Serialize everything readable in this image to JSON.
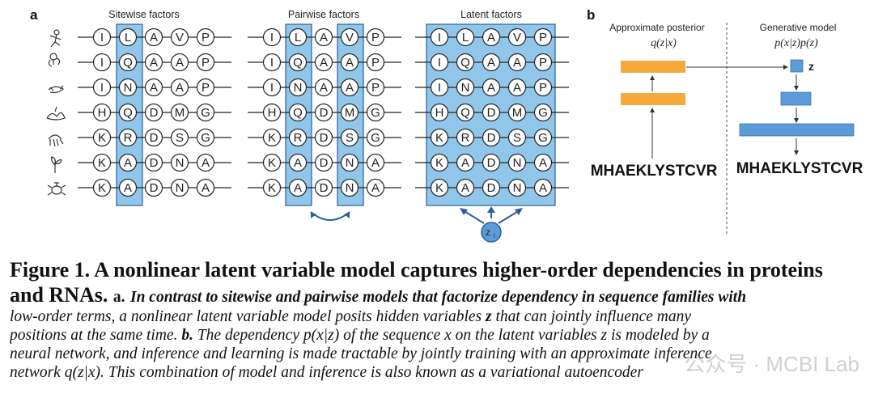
{
  "panel_a": {
    "letter": "a",
    "section_titles": [
      "Sitewise factors",
      "Pairwise factors",
      "Latent factors"
    ],
    "row_icons": [
      "stick-figure-icon",
      "monkey-icon",
      "bird-icon",
      "slug-icon",
      "jellyfish-icon",
      "plant-icon",
      "bug-icon"
    ],
    "sequences": [
      [
        "I",
        "L",
        "A",
        "V",
        "P"
      ],
      [
        "I",
        "Q",
        "A",
        "A",
        "P"
      ],
      [
        "I",
        "N",
        "A",
        "A",
        "P"
      ],
      [
        "H",
        "Q",
        "D",
        "M",
        "G"
      ],
      [
        "K",
        "R",
        "D",
        "S",
        "G"
      ],
      [
        "K",
        "A",
        "D",
        "N",
        "A"
      ],
      [
        "K",
        "A",
        "D",
        "N",
        "A"
      ]
    ],
    "latent_label": "z",
    "latent_subscript": "i"
  },
  "panel_b": {
    "letter": "b",
    "posterior_title": "Approximate posterior",
    "posterior_formula": "q(z|x)",
    "generative_title": "Generative model",
    "generative_formula": "p(x|z)p(z)",
    "z_label": "z",
    "input_sequence": "MHAEKLYSTCVR",
    "output_sequence": "MHAEKLYSTCVR"
  },
  "colors": {
    "highlight_blue": "#8fc6ea",
    "dark_blue_border": "#2a5e9e",
    "orange": "#f6a93b",
    "light_blue_block": "#5b9bd8"
  },
  "caption": {
    "fig_label": "Figure 1.",
    "title_line1": "A nonlinear latent variable model captures higher-order dependencies in proteins",
    "title_line2": "and RNAs.",
    "a_label": "a.",
    "text_a_1": "In contrast to sitewise and pairwise models that factorize dependency in sequence families with",
    "text_a_2a": "low-order terms, a nonlinear latent variable model posits hidden variables",
    "text_z": "z",
    "text_a_2b": "that can jointly influence many",
    "text_a_3": "positions at the same time.",
    "b_label": "b.",
    "text_b_1": "The dependency p(x|z) of the sequence x on the latent variables z is modeled by a",
    "text_b_2": "neural network, and inference and learning is made tractable by jointly training with an approximate inference",
    "text_b_3": "network q(z|x). This combination of model and inference is also known as a variational autoencoder"
  },
  "watermark": "公众号 · MCBI Lab"
}
